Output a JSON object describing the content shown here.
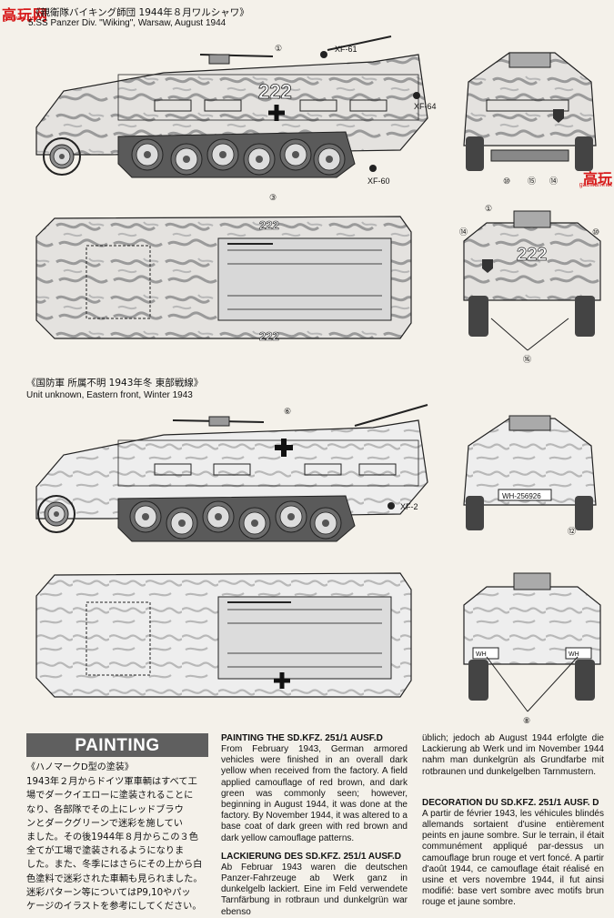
{
  "watermark": {
    "logo_text": "高玩网",
    "logo_url": "gaowan.net",
    "side_text": "高玩",
    "side_url": "gaowan.net"
  },
  "captions": {
    "scheme1_ja": "《親衛隊バイキング師団 1944年８月ワルシャワ》",
    "scheme1_en": "5.SS Panzer Div. \"Wiking\", Warsaw, August 1944",
    "scheme2_ja": "《国防軍 所属不明 1943年冬 東部戦線》",
    "scheme2_en": "Unit unknown, Eastern front, Winter 1943"
  },
  "markings": {
    "num_side": "222",
    "num_top": "222",
    "num_rear": "222",
    "plate": "WH-256926",
    "plate_rear_l": "WH",
    "plate_rear_r": "WH"
  },
  "callouts": {
    "c1": "①",
    "c3": "③",
    "c6": "⑥",
    "c8": "⑧",
    "c10": "⑩",
    "c12": "⑫",
    "c14": "⑭",
    "c15": "⑮",
    "c16": "⑯",
    "xf61": "XF-61",
    "xf64": "XF-64",
    "xf60": "XF-60",
    "xf2": "XF-2"
  },
  "painting": {
    "header": "PAINTING",
    "ja_sub": "《ハノマークD型の塗装》",
    "ja_lines": [
      "1943年２月からドイツ軍車輌はすべて工",
      "場でダークイエローに塗装されることに",
      "なり、各部隊でその上にレッドブラウ",
      "ンとダークグリーンで迷彩を施してい",
      "ました。その後1944年８月からこの３色",
      "全てが工場で塗装されるようになりま",
      "した。また、冬季にはさらにその上から白",
      "色塗料で迷彩された車輌も見られました。",
      "迷彩パターン等についてはP9,10やパッ",
      "ケージのイラストを参考にしてください。"
    ],
    "en_title": "PAINTING THE SD.KFZ. 251/1 AUSF.D",
    "en_body": "From February 1943, German armored vehicles were finished in an overall dark yellow when received from the factory. A field applied camouflage of red brown, and dark green was commonly seen; however, beginning in August 1944, it was done at the factory. By November 1944, it was altered to a base coat of dark green with red brown and dark yellow camouflage patterns.",
    "de_title": "LACKIERUNG DES SD.KFZ. 251/1 AUSF.D",
    "de_body": "Ab Februar 1943 waren die deutschen Panzer-Fahrzeuge ab Werk ganz in dunkelgelb lackiert. Eine im Feld verwendete Tarnfärbung in rotbraun und dunkelgrün war ebenso",
    "de_cont": "üblich; jedoch ab August 1944 erfolgte die Lackierung ab Werk und im November 1944 nahm man dunkelgrün als Grundfarbe mit rotbraunen und dunkelgelben Tarnmustern.",
    "fr_title": "DECORATION DU SD.KFZ. 251/1 AUSF. D",
    "fr_body": "A partir de février 1943, les véhicules blindés allemands sortaient d'usine entièrement peints en jaune sombre. Sur le terrain, il était communément appliqué par-dessus un camouflage brun rouge et vert foncé. A partir d'août 1944, ce camouflage était réalisé en usine et vers novembre 1944, il fut ainsi modifié: base vert sombre avec motifs brun rouge et jaune sombre."
  }
}
